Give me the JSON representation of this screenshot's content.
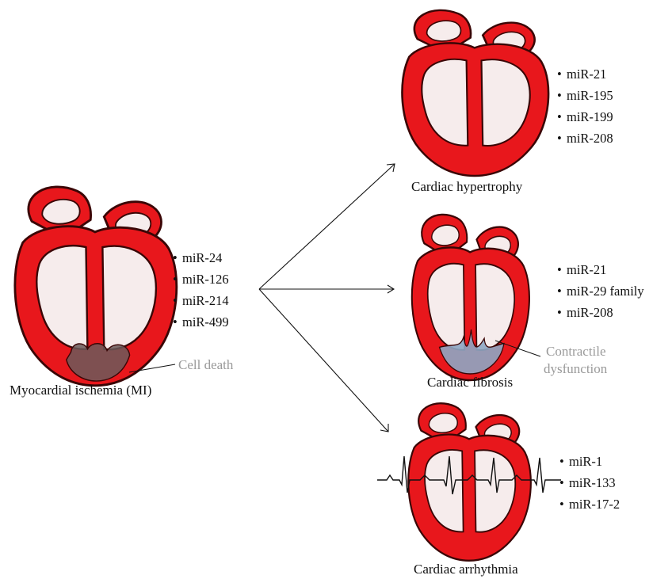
{
  "colors": {
    "heart_red": "#e8171c",
    "heart_outline": "#3a0606",
    "chamber_fill": "#f6ecec",
    "necrosis_fill": "#6b5a5a",
    "fibrosis_fill": "#8ea7c4",
    "annotation_gray": "#9a9a9a"
  },
  "bullet": "•",
  "mi": {
    "title": "Myocardial ischemia (MI)",
    "annotation": "Cell death",
    "mirnas": [
      "miR-24",
      "miR-126",
      "miR-214",
      "miR-499"
    ]
  },
  "hypertrophy": {
    "title": "Cardiac hypertrophy",
    "mirnas": [
      "miR-21",
      "miR-195",
      "miR-199",
      "miR-208"
    ]
  },
  "fibrosis": {
    "title": "Cardiac fibrosis",
    "annotation_line1": "Contractile",
    "annotation_line2": "dysfunction",
    "mirnas": [
      "miR-21",
      "miR-29 family",
      "miR-208"
    ]
  },
  "arrhythmia": {
    "title": "Cardiac arrhythmia",
    "mirnas": [
      "miR-1",
      "miR-133",
      "miR-17-2"
    ]
  }
}
